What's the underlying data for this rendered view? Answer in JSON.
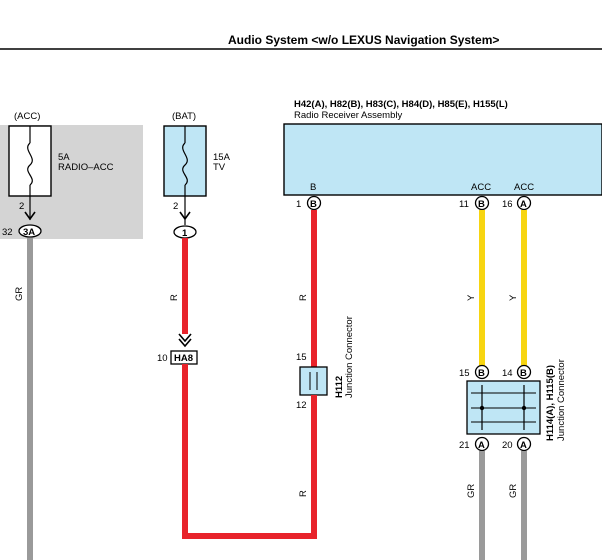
{
  "header": {
    "title": "Audio System <w/o LEXUS Navigation System>"
  },
  "fuse_acc": {
    "supply": "(ACC)",
    "rating": "5A",
    "name": "RADIO–ACC",
    "pin_in": "2",
    "pin_out": "32",
    "connector": "3A",
    "wire_color": "GR"
  },
  "fuse_bat": {
    "supply": "(BAT)",
    "rating": "15A",
    "name": "TV",
    "pin_in": "2",
    "pin_out": "1",
    "wire_color": "R"
  },
  "ha8": {
    "pin": "10",
    "label": "HA8",
    "wire_color": "R"
  },
  "radio": {
    "connectors": "H42(A), H82(B), H83(C), H84(D), H85(E), H155(L)",
    "name": "Radio Receiver Assembly",
    "terminal_b": {
      "label": "B",
      "pin": "1",
      "conn": "B"
    },
    "terminal_acc1": {
      "label": "ACC",
      "pin": "11",
      "conn": "B"
    },
    "terminal_acc2": {
      "label": "ACC",
      "pin": "16",
      "conn": "A"
    }
  },
  "h112": {
    "code": "H112",
    "name": "Junction Connector",
    "pin_top": "15",
    "pin_bottom": "12",
    "wire_top": "R",
    "wire_bottom": "R"
  },
  "h114": {
    "code": "H114(A), H115(B)",
    "name": "Junction Connector",
    "pin_top_left": "15",
    "pin_top_left_conn": "B",
    "pin_top_right": "14",
    "pin_top_right_conn": "B",
    "pin_bottom_left": "21",
    "pin_bottom_left_conn": "A",
    "pin_bottom_right": "20",
    "pin_bottom_right_conn": "A",
    "wire_in_left": "Y",
    "wire_in_right": "Y",
    "wire_out_left": "GR",
    "wire_out_right": "GR"
  },
  "colors": {
    "red_wire": "#e8232b",
    "yellow_wire": "#f7d511",
    "gray_wire": "#9a9a9a",
    "component_fill": "#bfe6f5",
    "acc_shade": "#d4d4d4"
  }
}
